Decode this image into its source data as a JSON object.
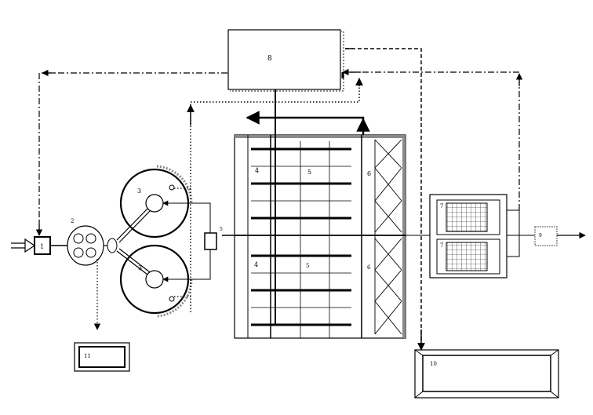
{
  "diagram": {
    "labels": {
      "unit_1": "1",
      "unit_2": "2",
      "unit_3_top": "3",
      "unit_3_bottom": "3",
      "unit_4_top": "4",
      "unit_4_bottom": "4",
      "unit_5_top": "5",
      "unit_5_bottom": "5",
      "unit_6_top": "6",
      "unit_6_bottom": "6",
      "unit_7_top": "7",
      "unit_7_bottom": "7",
      "unit_8": "8",
      "unit_9": "9",
      "unit_10": "10",
      "unit_11": "11",
      "splitter": "5"
    },
    "colors": {
      "stroke": "#000000",
      "background": "#ffffff",
      "stipple": "#8a8a8a"
    }
  }
}
